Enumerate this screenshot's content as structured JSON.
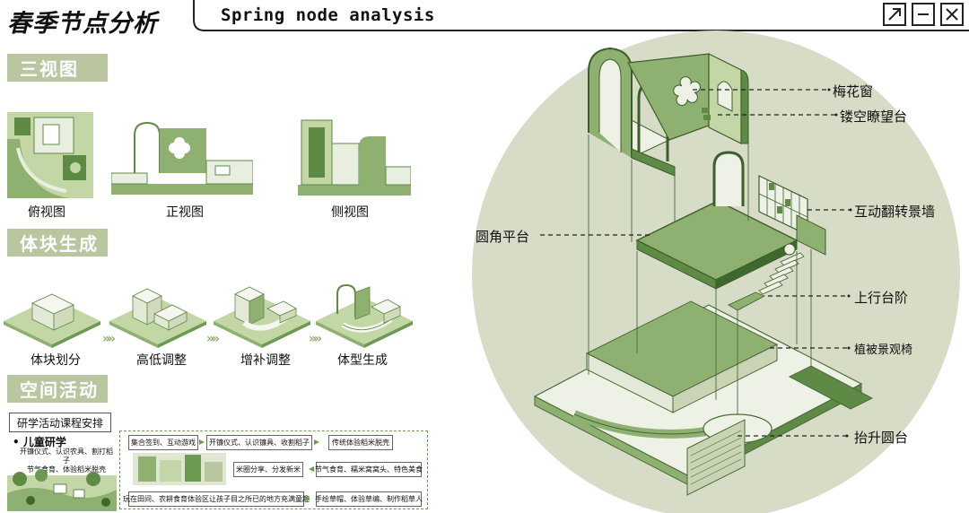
{
  "header": {
    "title_cn": "春季节点分析",
    "title_en": "Spring node analysis"
  },
  "sections": {
    "three_views": "三视图",
    "massing": "体块生成",
    "activity": "空间活动"
  },
  "three_views": {
    "top": "俯视图",
    "front": "正视图",
    "side": "侧视图"
  },
  "massing_steps": {
    "s1": "体块划分",
    "s2": "高低调整",
    "s3": "增补调整",
    "s4": "体型生成"
  },
  "activity": {
    "title": "研学活动课程安排",
    "subtitle": "儿童研学",
    "desc_line1": "开镰仪式、认识农具、割打稻子",
    "desc_line2": "节气食育、体验稻米脱壳",
    "box1": "集合签到、互动游戏",
    "box2": "开镰仪式、认识镰具、收割稻子",
    "box3": "传统体验稻米脱壳",
    "box4": "米圈分享、分发新米",
    "box5": "节气食育、糯米窝窝头、特色美食",
    "box6": "玩在田间、农耕食育体验区让孩子目之所已的地方充满童趣",
    "box7": "手绘草帽、体验草编、制作稻草人"
  },
  "callouts": {
    "c1": "梅花窗",
    "c2": "镂空瞭望台",
    "c3": "互动翻转景墙",
    "c4": "圆角平台",
    "c5": "上行台阶",
    "c6": "植被景观椅",
    "c7": "抬升圆台"
  },
  "colors": {
    "accent": "#b9c69f",
    "circle": "#d6dcc6",
    "green_dark": "#5f8a45",
    "green_mid": "#8eb070",
    "green_light": "#c2d6a6"
  }
}
